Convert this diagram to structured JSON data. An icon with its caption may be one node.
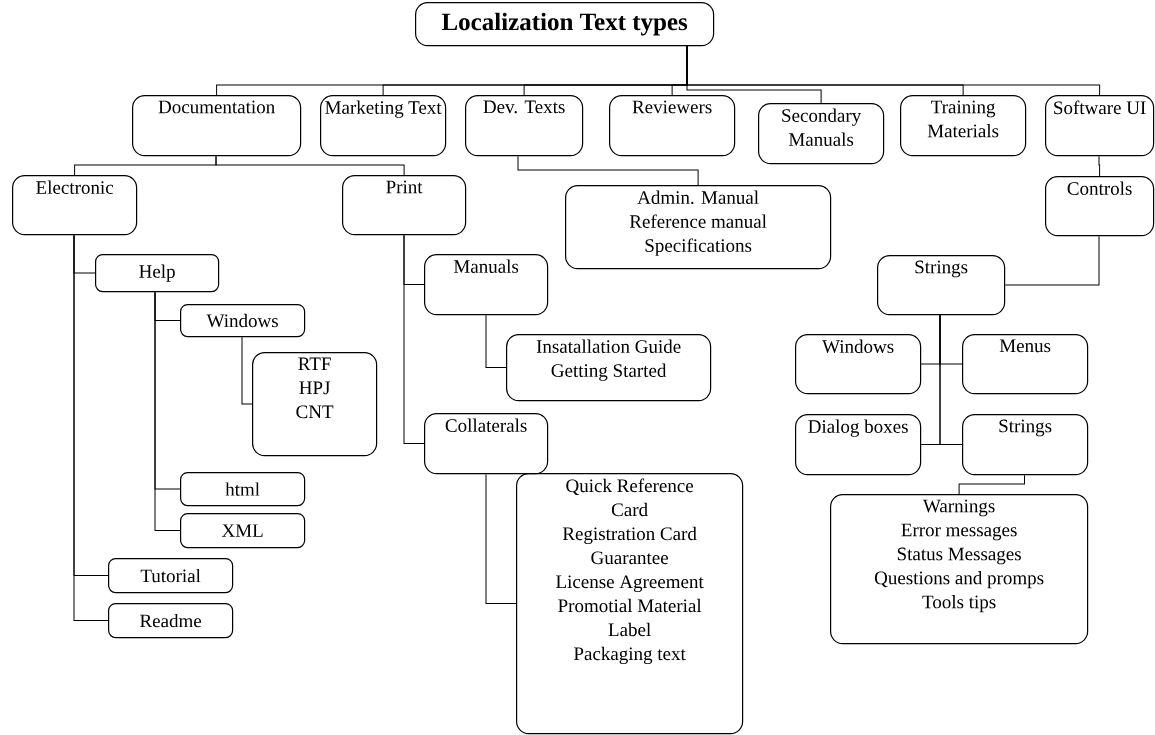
{
  "diagram": {
    "nodes": [
      {
        "text": [
          "Localization Text types"
        ]
      },
      {
        "text": [
          "Documentation"
        ]
      },
      {
        "text": [
          "Marketing Text"
        ]
      },
      {
        "text": [
          "Dev. Texts"
        ]
      },
      {
        "text": [
          "Reviewers"
        ]
      },
      {
        "text": [
          "Secondary Manuals"
        ]
      },
      {
        "text": [
          "Training Materials"
        ]
      },
      {
        "text": [
          "Software UI"
        ]
      },
      {
        "text": [
          "Electronic"
        ]
      },
      {
        "text": [
          "Print"
        ]
      },
      {
        "text": [
          "Admin. Manual",
          "Reference manual",
          "Specifications"
        ]
      },
      {
        "text": [
          "Controls"
        ]
      },
      {
        "text": [
          "Help"
        ]
      },
      {
        "text": [
          "Strings"
        ]
      },
      {
        "text": [
          "Manuals"
        ]
      },
      {
        "text": [
          "Windows"
        ]
      },
      {
        "text": [
          "RTF",
          "HPJ",
          "CNT"
        ]
      },
      {
        "text": [
          "Insatallation Guide",
          "Getting Started"
        ]
      },
      {
        "text": [
          "Windows"
        ]
      },
      {
        "text": [
          "Menus"
        ]
      },
      {
        "text": [
          "Collaterals"
        ]
      },
      {
        "text": [
          "html"
        ]
      },
      {
        "text": [
          "XML"
        ]
      },
      {
        "text": [
          "Quick Reference Card",
          "Registration Card",
          "Guarantee",
          "License Agreement",
          "Promotial Material",
          "Label",
          "Packaging text"
        ]
      },
      {
        "text": [
          "Dialog boxes"
        ]
      },
      {
        "text": [
          "Strings"
        ]
      },
      {
        "text": [
          "Warnings",
          "Error messages",
          "Status Messages",
          "Questions and promps",
          "Tools tips"
        ]
      },
      {
        "text": [
          "Tutorial"
        ]
      },
      {
        "text": [
          "Readme"
        ]
      }
    ],
    "edges": [
      {
        "from": 0,
        "to": 1,
        "arrow": "none"
      },
      {
        "from": 0,
        "to": 2,
        "arrow": "none"
      },
      {
        "from": 0,
        "to": 3,
        "arrow": "none"
      },
      {
        "from": 0,
        "to": 4,
        "arrow": "none"
      },
      {
        "from": 0,
        "to": 5,
        "arrow": "none"
      },
      {
        "from": 0,
        "to": 6,
        "arrow": "none"
      },
      {
        "from": 0,
        "to": 7,
        "arrow": "none"
      },
      {
        "from": 1,
        "to": 8,
        "arrow": "none"
      },
      {
        "from": 1,
        "to": 9,
        "arrow": "none"
      },
      {
        "from": 3,
        "to": 10,
        "arrow": "none"
      },
      {
        "from": 7,
        "to": 11,
        "arrow": "none"
      },
      {
        "from": 8,
        "to": 12,
        "arrow": "none"
      },
      {
        "from": 8,
        "to": 27,
        "arrow": "none"
      },
      {
        "from": 8,
        "to": 28,
        "arrow": "none"
      },
      {
        "from": 12,
        "to": 15,
        "arrow": "none"
      },
      {
        "from": 12,
        "to": 21,
        "arrow": "none"
      },
      {
        "from": 12,
        "to": 22,
        "arrow": "none"
      },
      {
        "from": 15,
        "to": 16,
        "arrow": "none"
      },
      {
        "from": 9,
        "to": 14,
        "arrow": "none"
      },
      {
        "from": 9,
        "to": 20,
        "arrow": "none"
      },
      {
        "from": 14,
        "to": 17,
        "arrow": "none"
      },
      {
        "from": 20,
        "to": 23,
        "arrow": "none"
      },
      {
        "from": 11,
        "to": 13,
        "arrow": "none"
      },
      {
        "from": 13,
        "to": 18,
        "arrow": "none"
      },
      {
        "from": 13,
        "to": 19,
        "arrow": "none"
      },
      {
        "from": 13,
        "to": 24,
        "arrow": "none"
      },
      {
        "from": 13,
        "to": 25,
        "arrow": "none"
      },
      {
        "from": 25,
        "to": 26,
        "arrow": "none"
      }
    ]
  }
}
